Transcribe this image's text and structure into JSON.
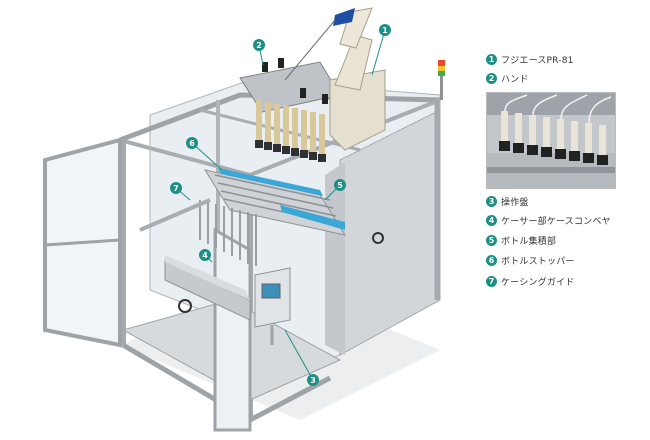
{
  "legend": [
    {
      "num": "1",
      "label": "フジエースPR-81"
    },
    {
      "num": "2",
      "label": "ハンド"
    },
    {
      "num": "3",
      "label": "操作盤"
    },
    {
      "num": "4",
      "label": "ケーサー部ケースコンベヤ"
    },
    {
      "num": "5",
      "label": "ボトル集積部"
    },
    {
      "num": "6",
      "label": "ボトルストッパー"
    },
    {
      "num": "7",
      "label": "ケーシングガイド"
    }
  ],
  "markers": {
    "m1": "1",
    "m2": "2",
    "m3": "3",
    "m4": "4",
    "m5": "5",
    "m6": "6",
    "m7": "7"
  },
  "colors": {
    "accent": "#1d8f87",
    "frame": "#b9bcc0",
    "robot": "#e4dfcf",
    "arm_tip": "#1f4fa3",
    "stopper": "#3aa7d6",
    "panel_screen": "#3b8fb8"
  }
}
